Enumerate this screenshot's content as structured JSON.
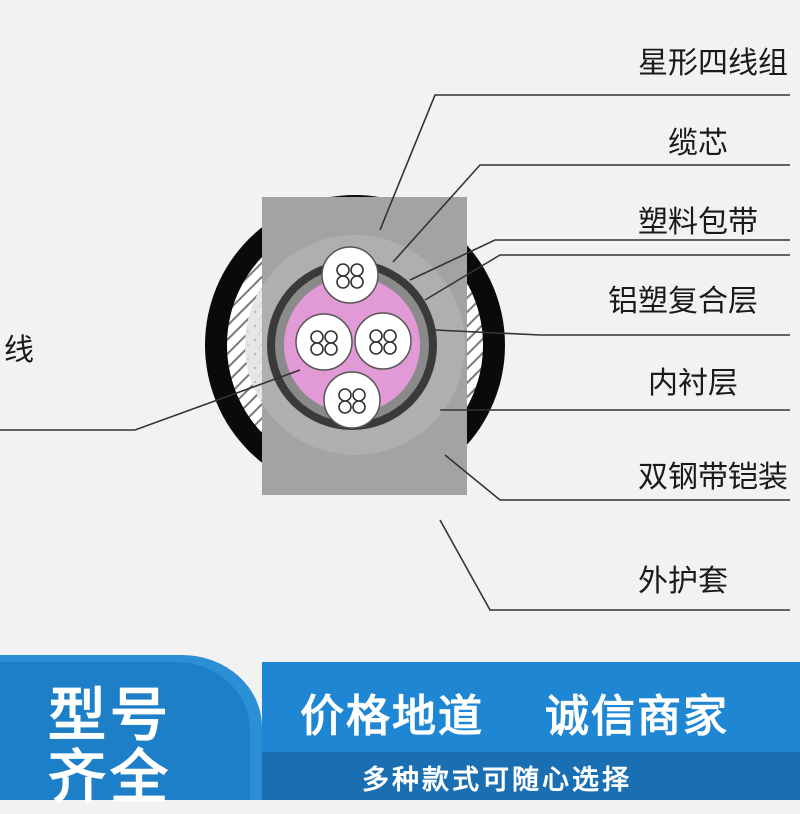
{
  "diagram": {
    "layers": [
      {
        "key": "star_quad",
        "label": "星形四线组"
      },
      {
        "key": "core",
        "label": "缆芯"
      },
      {
        "key": "plastic_tape",
        "label": "塑料包带"
      },
      {
        "key": "al_plastic",
        "label": "铝塑复合层"
      },
      {
        "key": "inner_liner",
        "label": "内衬层"
      },
      {
        "key": "steel_tape",
        "label": "双钢带铠装"
      },
      {
        "key": "outer_sheath",
        "label": "外护套"
      }
    ],
    "left_cutoff_label": "线",
    "colors": {
      "outer_sheath": "#0a0a0a",
      "armor": "#8c8c8c",
      "core_fill": "#e29ad6",
      "background": "#f2f2f2"
    }
  },
  "banner": {
    "left_line1": "型号",
    "left_line2": "齐全",
    "slogan_1": "价格地道",
    "slogan_2": "诚信商家",
    "subtitle": "多种款式可随心选择",
    "colors": {
      "primary": "#1f86d3",
      "dark": "#1a6fb3"
    }
  }
}
